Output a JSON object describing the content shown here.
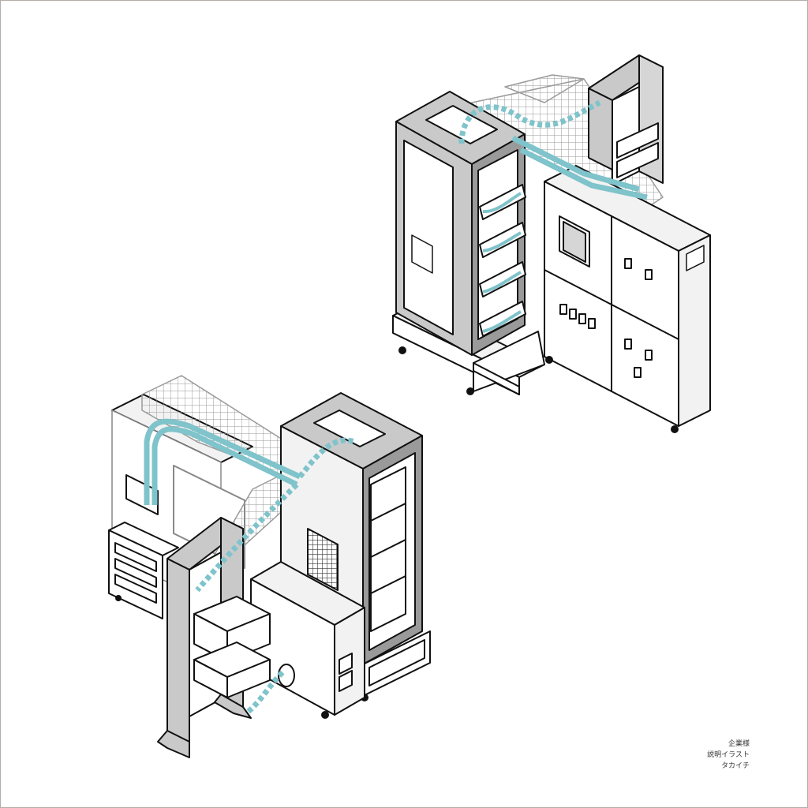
{
  "credit": {
    "line1": "企業様",
    "line2": "説明イラスト",
    "line3": "タカイチ"
  },
  "colors": {
    "frame_border": "#b5ada6",
    "cable_blue": "#7fc3cb",
    "rack_gray": "#c9c9c9",
    "rack_dark": "#9a9a9a",
    "outline": "#111111",
    "tray_gray": "#9a9a9a",
    "panel_light": "#f2f2f2"
  },
  "scene": {
    "upper_group": [
      "server-rack",
      "cable-tray",
      "small-rack",
      "control-cabinet"
    ],
    "lower_group": [
      "wall-unit",
      "cable-tray",
      "open-rack",
      "server-rack",
      "equipment-box",
      "shelf-stand"
    ]
  }
}
